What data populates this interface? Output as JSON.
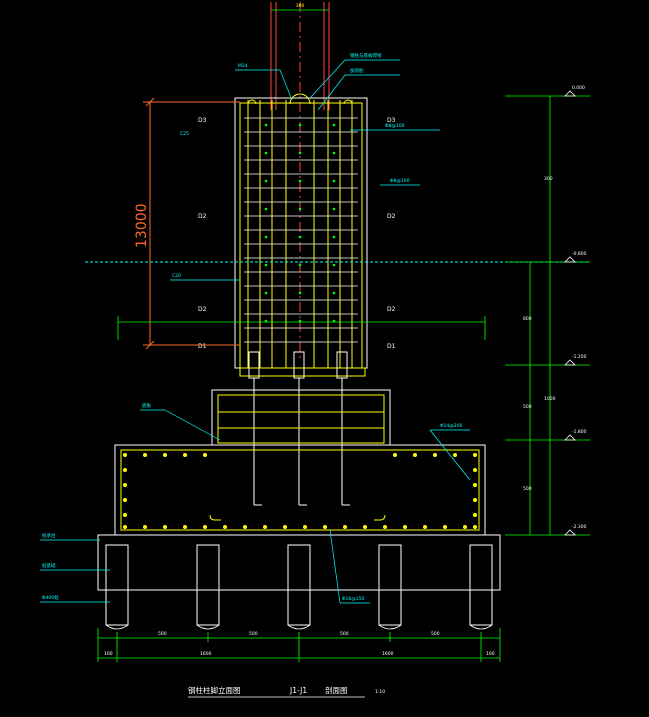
{
  "colors": {
    "background": "#000000",
    "steel_column": "#ff4040",
    "rebar_yellow": "#ffff00",
    "stirrup_white": "#ffffff",
    "concrete_green": "#00ff00",
    "dimension_green": "#00ff00",
    "leader_cyan": "#00ffff",
    "elevation_orange": "#ff6a2a",
    "pile_yellow": "#ffff00"
  },
  "drawing": {
    "height_dimension": "13000",
    "zone_labels": [
      "D3",
      "D3",
      "D2",
      "D2",
      "D2",
      "D2",
      "D1",
      "D1"
    ],
    "bottom_dims": [
      "100",
      "500",
      "500",
      "500",
      "500",
      "100"
    ],
    "bottom_totals": [
      "1600",
      "1600"
    ],
    "elevation_marks": [
      "0.000",
      "-0.800",
      "-1.200",
      "-1.800",
      "-2.300"
    ],
    "right_dims": [
      "300",
      "800",
      "1000",
      "500",
      "500"
    ],
    "title_left": "钢柱柱脚立面图",
    "title_section": "J1-J1",
    "title_right": "剖面图",
    "scale": "1:10",
    "notes": {
      "top_width": "300",
      "top_right_1": "钢柱与底板焊接",
      "top_right_2": "加劲肋",
      "right_stirrup": "Φ8@100",
      "left_bar": "C20",
      "ground_label": "C25",
      "bolt": "M24",
      "base_plate": "底板",
      "pile_cap_a": "桩承台",
      "pile_cap_b": "桩基础",
      "pile_cap_c": "Φ400桩",
      "cap_rebar": "Φ14@200",
      "pile_note": "Φ16@150"
    }
  }
}
